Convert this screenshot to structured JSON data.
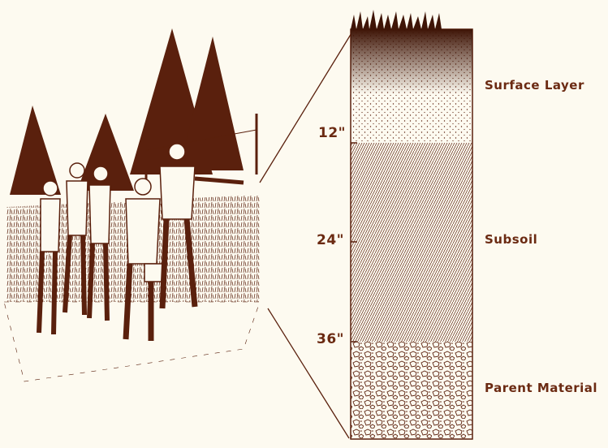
{
  "depth_marks": [
    {
      "label": "12\""
    },
    {
      "label": "24\""
    },
    {
      "label": "36\""
    }
  ],
  "layers": [
    {
      "name": "Surface Layer"
    },
    {
      "name": "Subsoil"
    },
    {
      "name": "Parent Material"
    }
  ],
  "colors": {
    "ink": "#5a200d",
    "paper": "#fdfaf0",
    "label": "#6b2a12"
  }
}
